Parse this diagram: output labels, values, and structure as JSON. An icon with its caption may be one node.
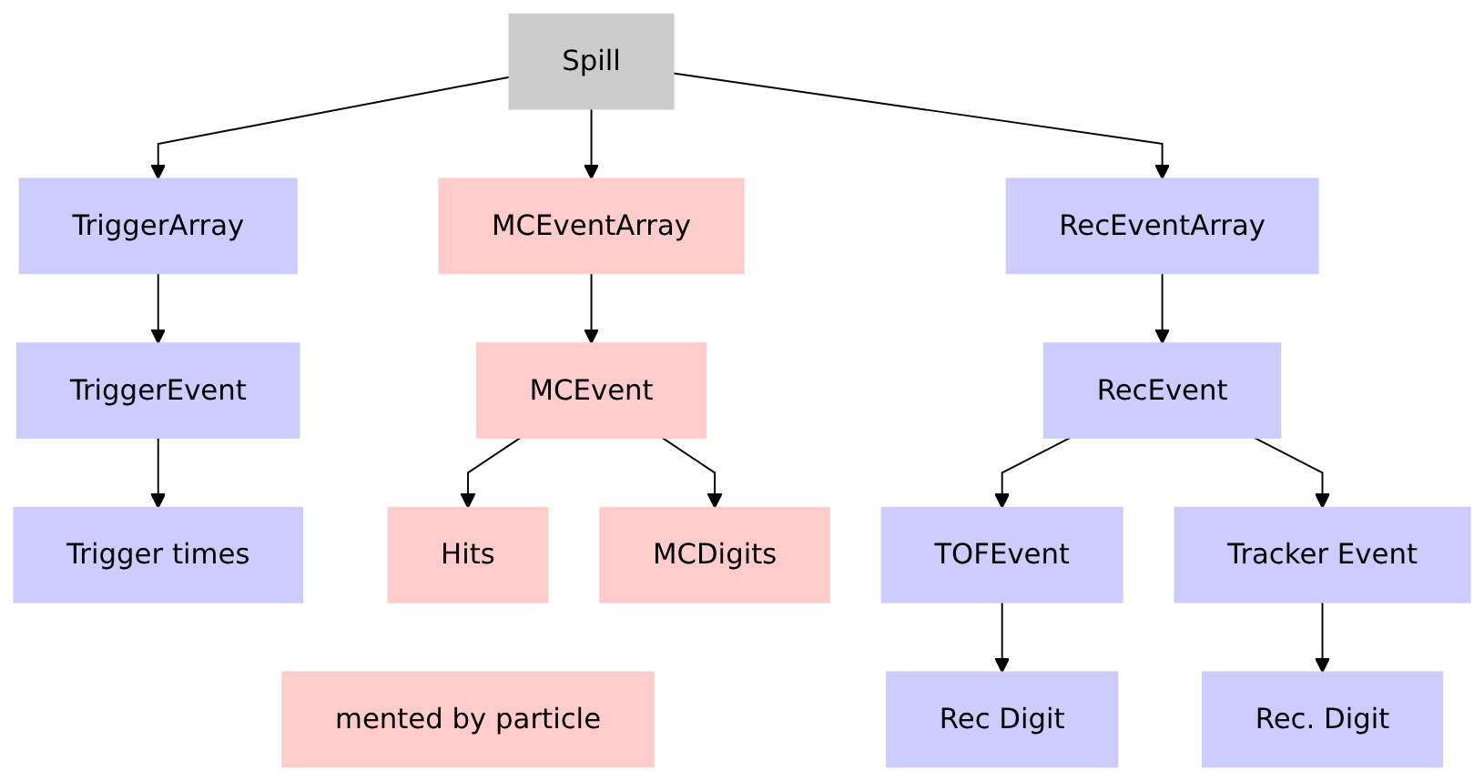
{
  "diagram": {
    "nodes": [
      {
        "text": [
          "Spill"
        ]
      },
      {
        "text": [
          "MCEventArray"
        ]
      },
      {
        "text": [
          "TriggerArray"
        ]
      },
      {
        "text": [
          "RecEventArray"
        ]
      },
      {
        "text": [
          "MCEvent"
        ]
      },
      {
        "text": [
          "TriggerEvent"
        ]
      },
      {
        "text": [
          "Trigger times"
        ]
      },
      {
        "text": [
          "RecEvent"
        ]
      },
      {
        "text": [
          "Hits"
        ]
      },
      {
        "text": [
          "MCDigits"
        ]
      },
      {
        "text": [
          "TOFEvent"
        ]
      },
      {
        "text": [
          "Tracker Event"
        ]
      },
      {
        "text": [
          "mented by particle"
        ]
      },
      {
        "text": [
          "Rec Digit"
        ]
      },
      {
        "text": [
          "Rec. Digit"
        ]
      }
    ],
    "edges": [
      {
        "from": 0,
        "to": 1,
        "arrow": "to"
      },
      {
        "from": 0,
        "to": 2,
        "arrow": "to"
      },
      {
        "from": 0,
        "to": 3,
        "arrow": "to"
      },
      {
        "from": 1,
        "to": 4,
        "arrow": "to"
      },
      {
        "from": 2,
        "to": 5,
        "arrow": "to"
      },
      {
        "from": 5,
        "to": 6,
        "arrow": "to"
      },
      {
        "from": 3,
        "to": 7,
        "arrow": "to"
      },
      {
        "from": 4,
        "to": 8,
        "arrow": "to"
      },
      {
        "from": 4,
        "to": 9,
        "arrow": "to"
      },
      {
        "from": 7,
        "to": 10,
        "arrow": "to"
      },
      {
        "from": 7,
        "to": 11,
        "arrow": "to"
      },
      {
        "from": 10,
        "to": 13,
        "arrow": "to"
      },
      {
        "from": 11,
        "to": 14,
        "arrow": "to"
      }
    ]
  }
}
